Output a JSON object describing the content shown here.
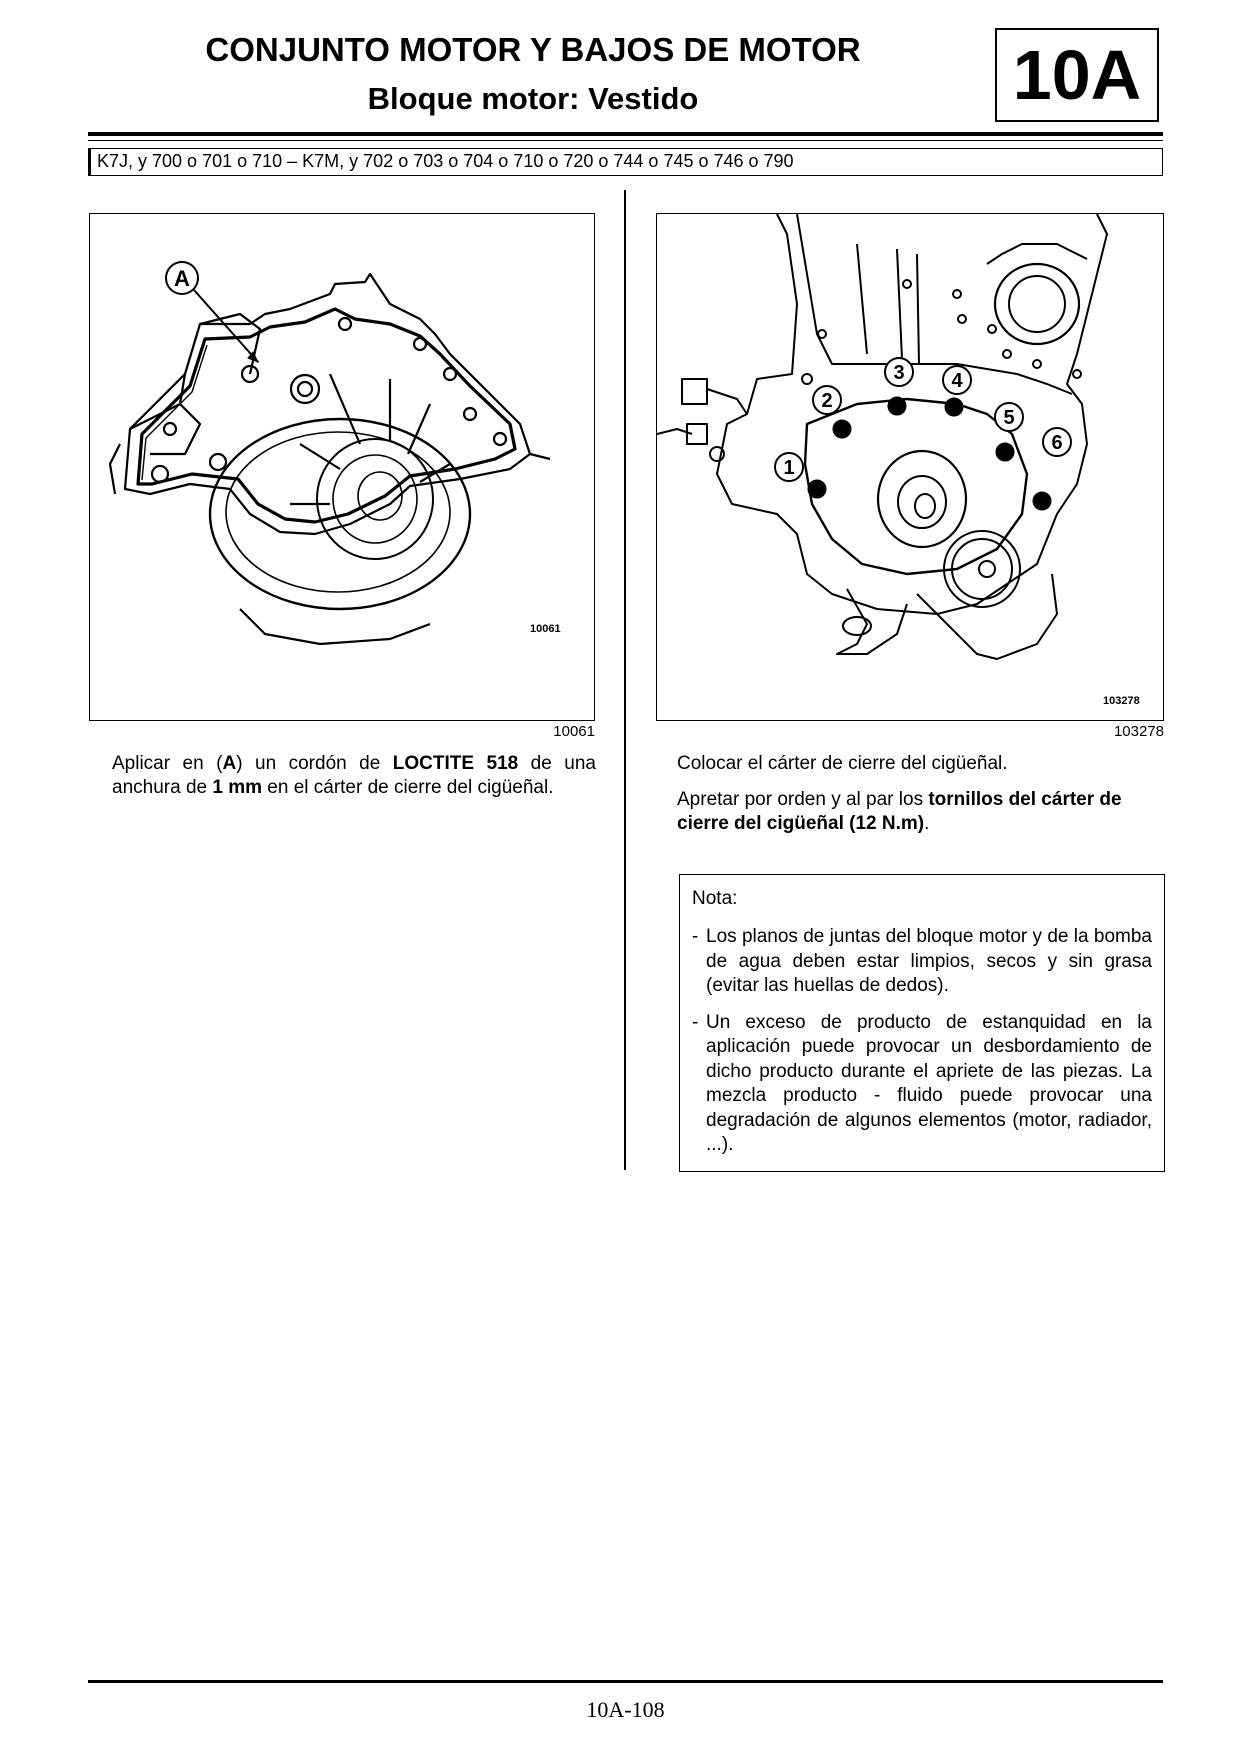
{
  "header": {
    "title": "CONJUNTO MOTOR Y BAJOS DE MOTOR",
    "subtitle": "Bloque motor: Vestido",
    "section_code": "10A"
  },
  "applicability": "K7J, y 700 o 701 o 710 – K7M, y 702 o 703 o 704 o 710 o 720 o 744 o 745 o 746 o 790",
  "left": {
    "figure": {
      "inner_label": "10061",
      "caption": "10061",
      "callout": "A"
    },
    "text": {
      "p1": "Aplicar en (",
      "p1_bold_a": "A",
      "p1_b": ") un cordón de ",
      "p1_bold_loctite": "LOCTITE 518",
      "p1_c": " de una anchura de ",
      "p1_bold_mm": "1 mm",
      "p1_d": " en el cárter de cierre del cigüeñal."
    }
  },
  "right": {
    "figure": {
      "inner_label": "103278",
      "caption": "103278",
      "callouts": [
        "1",
        "2",
        "3",
        "4",
        "5",
        "6"
      ]
    },
    "text": {
      "p1": "Colocar el cárter de cierre del cigüeñal.",
      "p2_a": "Apretar por orden y al par los ",
      "p2_bold": "tornillos del cárter de cierre del cigüeñal (12 N.m)",
      "p2_end": "."
    },
    "note": {
      "title": "Nota:",
      "items": [
        "Los planos de juntas del bloque motor y de la bomba de agua deben estar limpios, secos y sin grasa (evitar las huellas de dedos).",
        "Un exceso de producto de estanquidad en la aplicación puede provocar un desbordamiento de dicho producto durante el apriete de las piezas. La mezcla producto - fluido puede provocar una degradación de algunos elementos (motor, radiador, ...)."
      ]
    }
  },
  "footer": {
    "page": "10A-108"
  }
}
